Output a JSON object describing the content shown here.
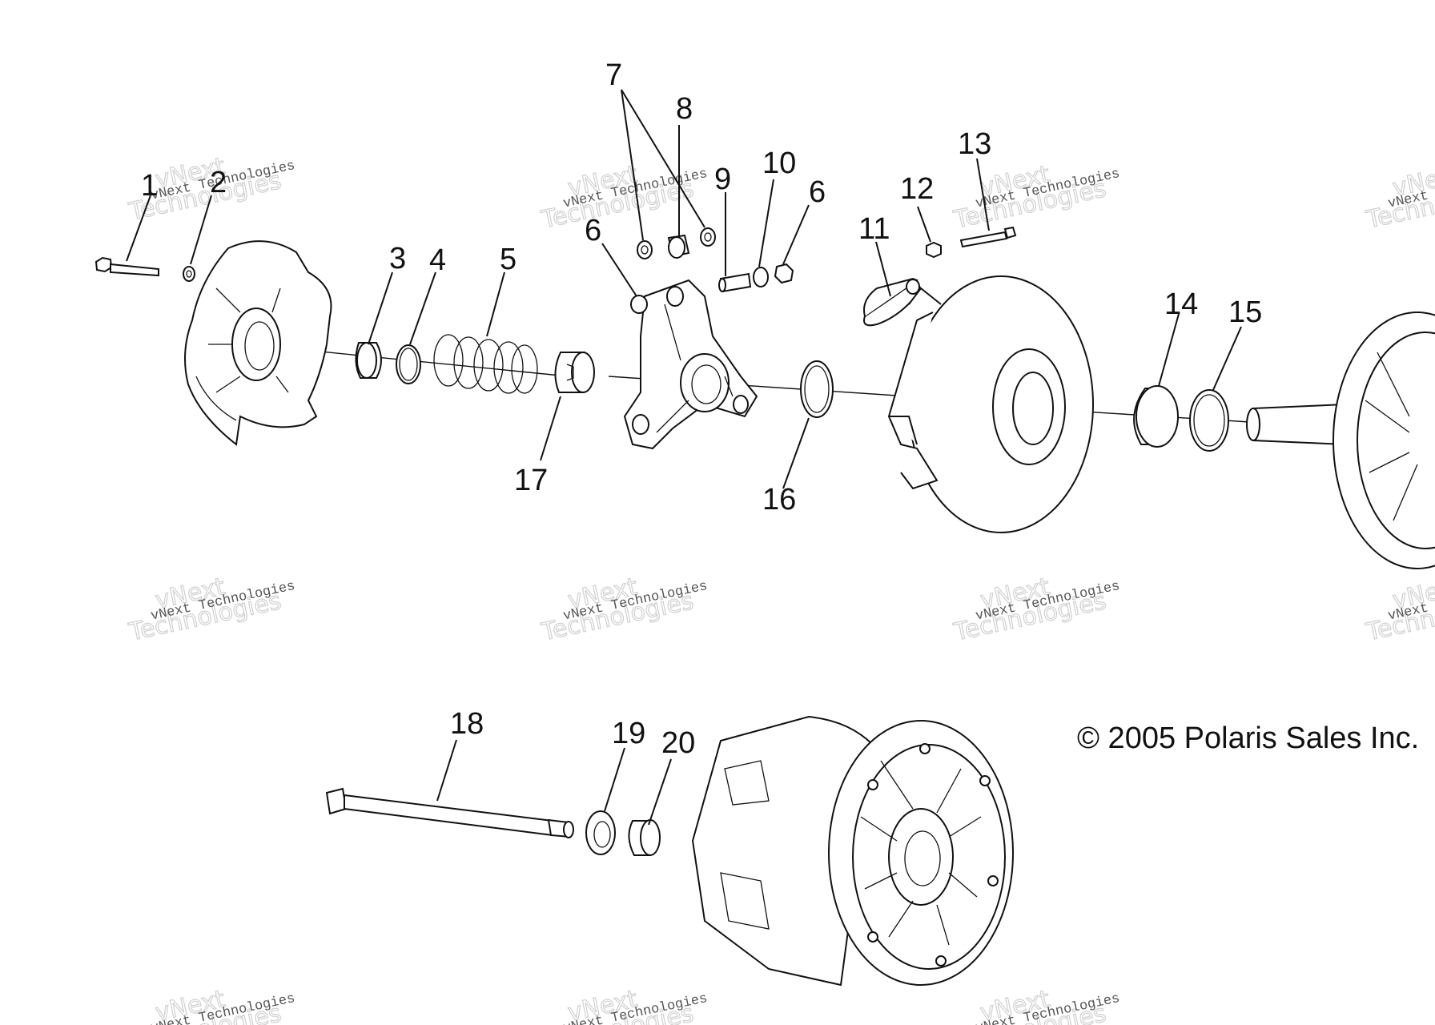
{
  "diagram": {
    "callouts": [
      {
        "id": "1",
        "label": "1"
      },
      {
        "id": "2",
        "label": "2"
      },
      {
        "id": "3",
        "label": "3"
      },
      {
        "id": "4",
        "label": "4"
      },
      {
        "id": "5",
        "label": "5"
      },
      {
        "id": "6a",
        "label": "6"
      },
      {
        "id": "6b",
        "label": "6"
      },
      {
        "id": "7",
        "label": "7"
      },
      {
        "id": "8",
        "label": "8"
      },
      {
        "id": "9",
        "label": "9"
      },
      {
        "id": "10",
        "label": "10"
      },
      {
        "id": "11",
        "label": "11"
      },
      {
        "id": "12",
        "label": "12"
      },
      {
        "id": "13",
        "label": "13"
      },
      {
        "id": "14",
        "label": "14"
      },
      {
        "id": "15",
        "label": "15"
      },
      {
        "id": "16",
        "label": "16"
      },
      {
        "id": "17",
        "label": "17"
      },
      {
        "id": "18",
        "label": "18"
      },
      {
        "id": "19",
        "label": "19"
      },
      {
        "id": "20",
        "label": "20"
      }
    ],
    "copyright": "© 2005 Polaris Sales Inc.",
    "watermark": {
      "line1": "vNext Technologies",
      "line2": "Technologies",
      "line3": "vNext"
    }
  }
}
